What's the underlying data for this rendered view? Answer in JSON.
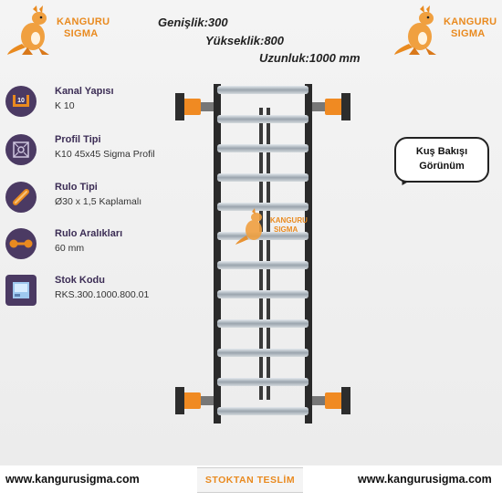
{
  "brand": {
    "line1": "KANGURU",
    "line2": "SIGMA"
  },
  "dimensions": {
    "width": "Genişlik:300",
    "height": "Yükseklik:800",
    "length": "Uzunluk:1000 mm"
  },
  "specs": [
    {
      "label": "Kanal Yapısı",
      "value": "K 10",
      "icon": "channel-k10-icon"
    },
    {
      "label": "Profil Tipi",
      "value": "K10 45x45 Sigma Profil",
      "icon": "profile-cross-section-icon"
    },
    {
      "label": "Rulo Tipi",
      "value": "Ø30 x 1,5 Kaplamalı",
      "icon": "roller-icon"
    },
    {
      "label": "Rulo Aralıkları",
      "value": "60 mm",
      "icon": "roller-spacing-icon"
    },
    {
      "label": "Stok Kodu",
      "value": "RKS.300.1000.800.01",
      "icon": "stock-code-icon"
    }
  ],
  "view_bubble": {
    "line1": "Kuş Bakışı",
    "line2": "Görünüm"
  },
  "footer": {
    "website_left": "www.kangurusigma.com",
    "website_right": "www.kangurusigma.com",
    "stock_button": "STOKTAN TESLİM"
  },
  "colors": {
    "accent": "#e98a1f",
    "icon_bg": "#4b3a63",
    "frame": "#2a2a2a",
    "roller": "#b9c2ca"
  }
}
